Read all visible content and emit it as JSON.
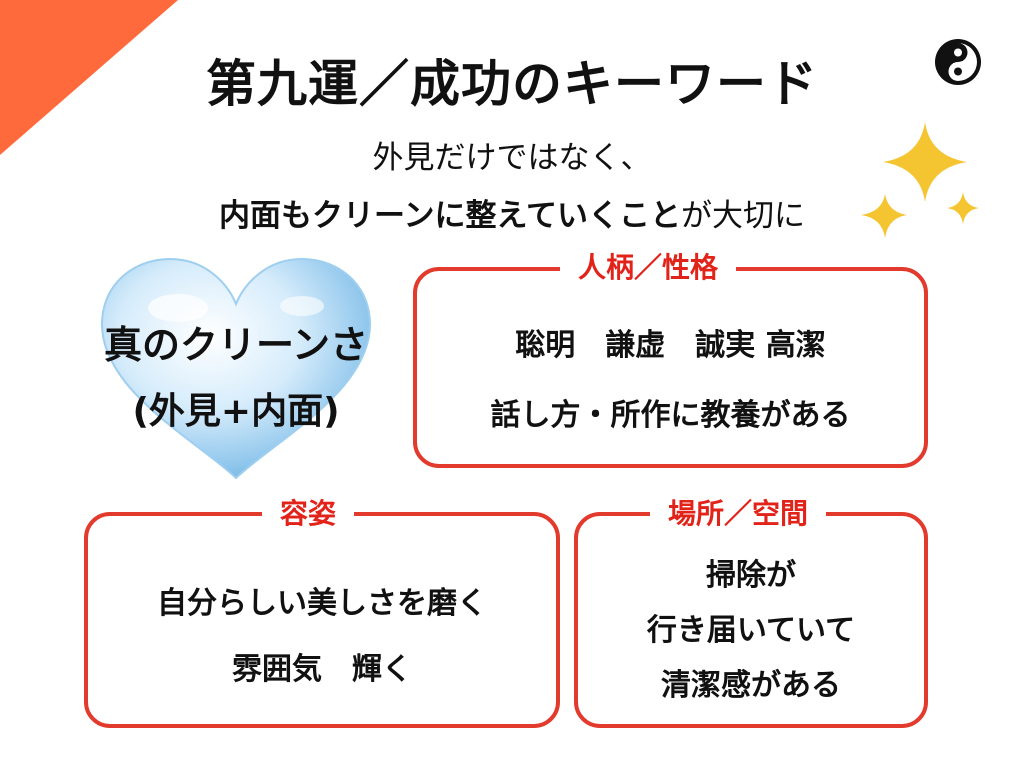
{
  "title": "第九運／成功のキーワード",
  "subtitle": {
    "line1": "外見だけではなく、",
    "line2_bold": "内面もクリーンに整えていくこと",
    "line2_rest": "が大切に"
  },
  "heart": {
    "line1": "真のクリーンさ",
    "line2": "(外見+内面)"
  },
  "boxes": {
    "character": {
      "label": "人柄／性格",
      "line1": "聡明　謙虚　誠実 高潔",
      "line2": "話し方・所作に教養がある"
    },
    "appearance": {
      "label": "容姿",
      "line1": "自分らしい美しさを磨く",
      "line2": "雰囲気　輝く"
    },
    "place": {
      "label": "場所／空間",
      "line1": "掃除が",
      "line2": "行き届いていて",
      "line3": "清潔感がある"
    }
  },
  "colors": {
    "accent_red": "#e23a2d",
    "corner_orange": "#ff6a3d",
    "sparkle_gold": "#f5c431"
  },
  "icons": [
    "logo-icon",
    "sparkle-icon",
    "heart-icon"
  ]
}
